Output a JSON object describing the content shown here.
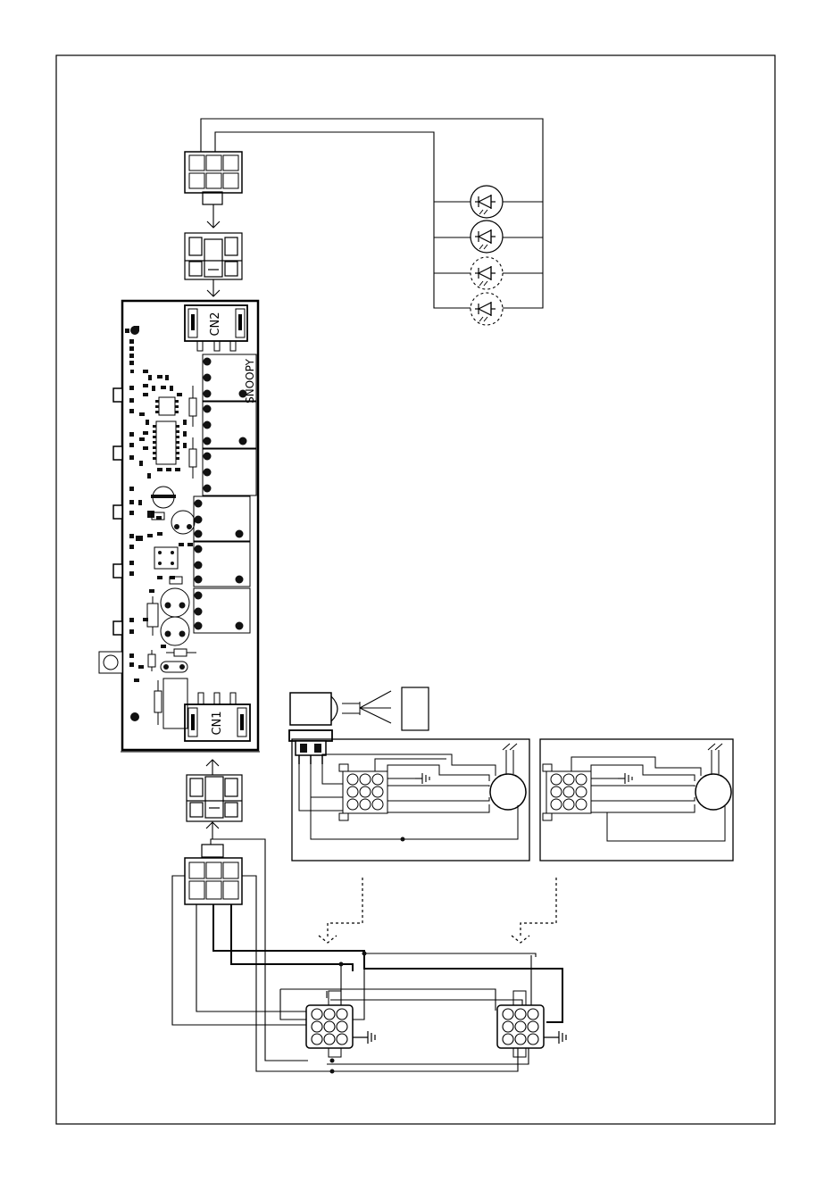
{
  "board": {
    "connector_top_label": "CN2",
    "connector_bottom_label": "CN1",
    "silkscreen_label": "SNOOPY"
  },
  "leds": {
    "count": 4,
    "solid_count": 2,
    "dashed_count": 2
  },
  "motor_modules": {
    "count": 2
  },
  "colors": {
    "line": "#000000",
    "background": "#ffffff",
    "pad": "#111111"
  }
}
